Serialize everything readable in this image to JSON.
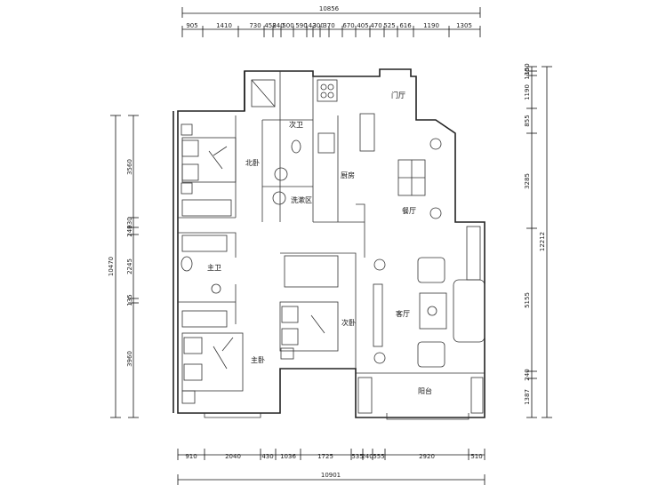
{
  "dimensions": {
    "top_total": "10856",
    "top_segments": [
      "905",
      "1410",
      "730",
      "458",
      "240",
      "500",
      "590",
      "143",
      "300",
      "370",
      "670",
      "405",
      "470",
      "525",
      "616",
      "1190",
      "1305"
    ],
    "bottom_segments": [
      "910",
      "2040",
      "430",
      "1036",
      "1725",
      "535",
      "240",
      "555",
      "2920",
      "510"
    ],
    "bottom_total": "10901",
    "left_total": "10470",
    "left_segments": [
      "3560",
      "330",
      "240",
      "2245",
      "135",
      "3960"
    ],
    "right_total": "12212",
    "right_segments": [
      "150",
      "130",
      "1190",
      "855",
      "3285",
      "5155",
      "240",
      "1387"
    ]
  },
  "rooms": {
    "foyer": "门厅",
    "second_bath": "次卫",
    "north_bedroom": "北卧",
    "kitchen": "厨房",
    "laundry": "洗漱区",
    "dining": "餐厅",
    "master_bath": "主卫",
    "second_bedroom": "次卧",
    "living": "客厅",
    "master_bedroom": "主卧",
    "balcony": "阳台"
  }
}
